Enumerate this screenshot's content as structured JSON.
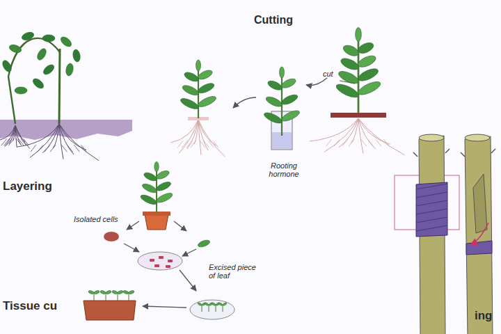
{
  "diagram": {
    "labels": [
      "Cutting",
      "cut",
      "Rooting hormone",
      "Layering",
      "Isolated cells",
      "Excised piece of leaf",
      "Tissue cu",
      "ing"
    ]
  }
}
